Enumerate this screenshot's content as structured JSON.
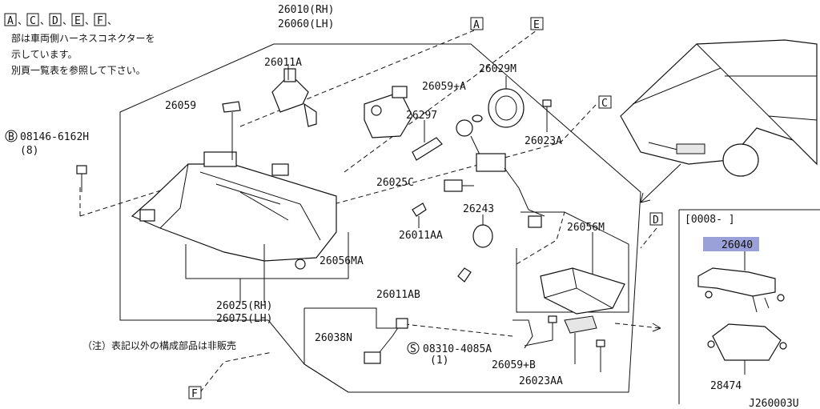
{
  "header": {
    "letters": [
      "A",
      "C",
      "D",
      "E",
      "F"
    ],
    "separator": "、",
    "note_lines": [
      "部は車両側ハーネスコネクターを",
      "示しています。",
      "別頁一覧表を参照して下さい。"
    ]
  },
  "parts": {
    "p26010": "26010(RH)",
    "p26060": "26060(LH)",
    "p26011A": "26011A",
    "p26059": "26059",
    "p08146": "08146-6162H",
    "p08146_qty": "(8)",
    "p08146_prefix": "B",
    "p26029M": "26029M",
    "p26059A": "26059+A",
    "p26297": "26297",
    "p26023A": "26023A",
    "p26025C": "26025C",
    "p26243": "26243",
    "p26011AA": "26011AA",
    "p26056M": "26056M",
    "p26056MA": "26056MA",
    "p26011AB": "26011AB",
    "p26025": "26025(RH)",
    "p26075": "26075(LH)",
    "p26038N": "26038N",
    "p08310": "08310-4085A",
    "p08310_prefix": "S",
    "p08310_qty": "(1)",
    "p26059B": "26059+B",
    "p26023AA": "26023AA",
    "p26040": "26040",
    "p28474": "28474"
  },
  "callouts": {
    "A": "A",
    "E": "E",
    "C": "C",
    "D": "D",
    "F": "F"
  },
  "footnote": "（注）表記以外の構成部品は非販売",
  "inset": {
    "date_range": "[0008-      ]"
  },
  "diagram_code": "J260003U"
}
